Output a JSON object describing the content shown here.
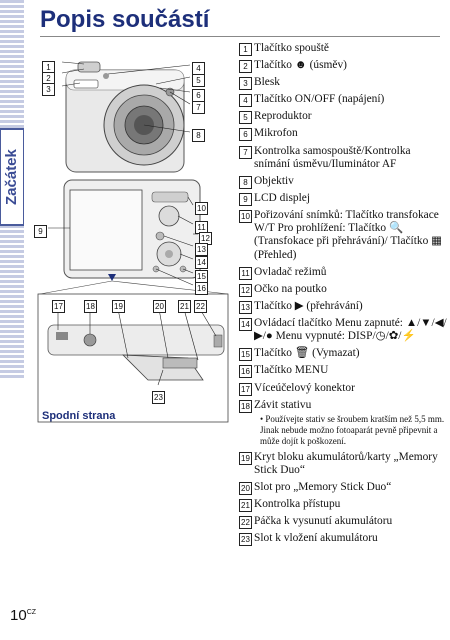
{
  "page": {
    "title": "Popis součástí",
    "section_tab": "Začátek",
    "page_number": "10",
    "page_suffix": "CZ"
  },
  "diagram": {
    "bottom_view_label": "Spodní strana"
  },
  "items": [
    {
      "num": "1",
      "text": "Tlačítko spouště"
    },
    {
      "num": "2",
      "text": "Tlačítko ☻ (úsměv)"
    },
    {
      "num": "3",
      "text": "Blesk"
    },
    {
      "num": "4",
      "text": "Tlačítko ON/OFF (napájení)"
    },
    {
      "num": "5",
      "text": "Reproduktor"
    },
    {
      "num": "6",
      "text": "Mikrofon"
    },
    {
      "num": "7",
      "text": "Kontrolka samospouště/Kontrolka snímání úsměvu/Iluminátor AF"
    },
    {
      "num": "8",
      "text": "Objektiv"
    },
    {
      "num": "9",
      "text": "LCD displej"
    },
    {
      "num": "10",
      "text": "Pořizování snímků: Tlačítko transfokace W/T Pro prohlížení: Tlačítko 🔍 (Transfokace při přehrávání)/ Tlačítko ▦ (Přehled)"
    },
    {
      "num": "11",
      "text": "Ovladač režimů"
    },
    {
      "num": "12",
      "text": "Očko na poutko"
    },
    {
      "num": "13",
      "text": "Tlačítko ▶ (přehrávání)"
    },
    {
      "num": "14",
      "text": "Ovládací tlačítko Menu zapnuté: ▲/▼/◀/▶/● Menu vypnuté: DISP/◷/✿/⚡"
    },
    {
      "num": "15",
      "text": "Tlačítko 🗑 (Vymazat)"
    },
    {
      "num": "16",
      "text": "Tlačítko MENU"
    },
    {
      "num": "17",
      "text": "Víceúčelový konektor"
    },
    {
      "num": "18",
      "text": "Závit stativu"
    },
    {
      "num": "19",
      "text": "Kryt bloku akumulátorů/karty „Memory Stick Duo“"
    },
    {
      "num": "20",
      "text": "Slot pro „Memory Stick Duo“"
    },
    {
      "num": "21",
      "text": "Kontrolka přístupu"
    },
    {
      "num": "22",
      "text": "Páčka k vysunutí akumulátoru"
    },
    {
      "num": "23",
      "text": "Slot k vložení akumulátoru"
    }
  ],
  "note_18": "• Používejte stativ se šroubem kratším než 5,5 mm. Jinak nebude možno fotoaparát pevně připevnit a může dojít k poškození."
}
